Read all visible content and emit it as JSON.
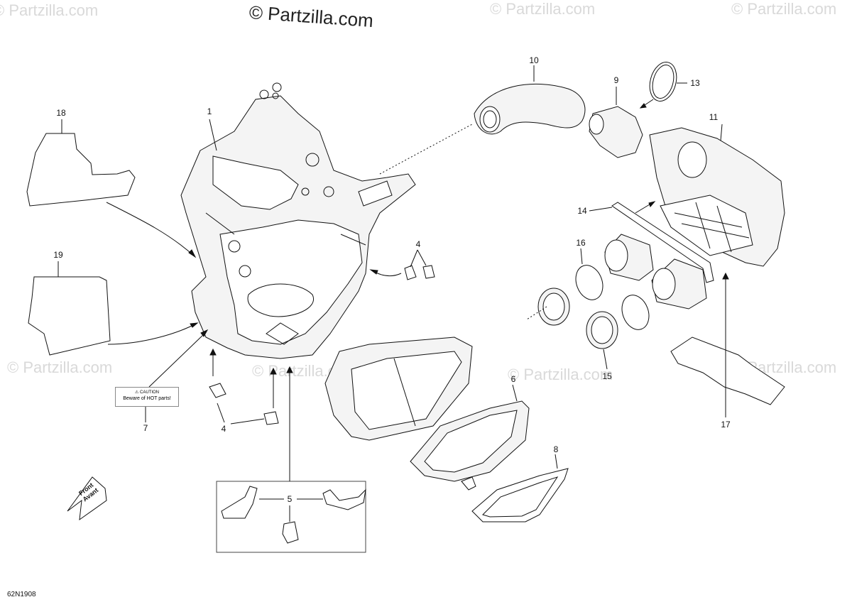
{
  "watermark": {
    "main": "© Partzilla.com",
    "faint": "© Partzilla.com"
  },
  "diagram_code": "62N1908",
  "callouts": {
    "c1": "1",
    "c4a": "4",
    "c4b": "4",
    "c5": "5",
    "c6": "6",
    "c7": "7",
    "c8": "8",
    "c9": "9",
    "c10": "10",
    "c11": "11",
    "c13": "13",
    "c14": "14",
    "c15": "15",
    "c16": "16",
    "c17": "17",
    "c18": "18",
    "c19": "19"
  },
  "caution_label": {
    "header": "⚠ CAUTION",
    "text": "Beware of HOT parts!"
  },
  "front_arrow": {
    "line1": "Front",
    "line2": "Avant"
  },
  "colors": {
    "line": "#111111",
    "watermark": "#d9d9d9",
    "part_fill": "#f4f4f4"
  }
}
